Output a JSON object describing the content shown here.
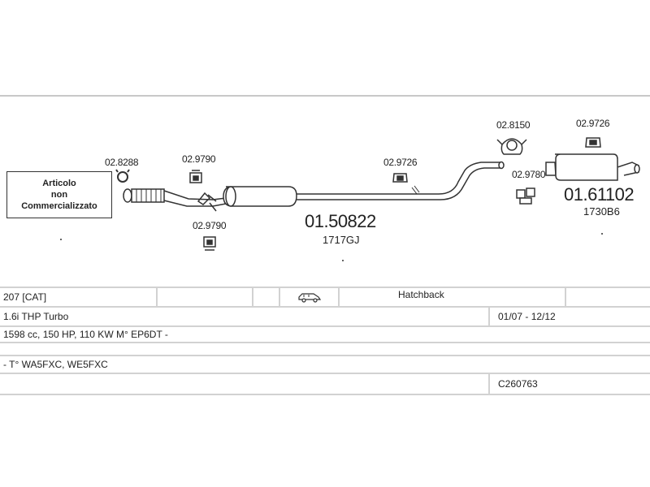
{
  "diagram": {
    "not_sold_box": [
      "Articolo",
      "non",
      "Commercializzato"
    ],
    "parts": {
      "clamp_front": "02.8288",
      "hanger_upper": "02.9790",
      "hanger_lower": "02.9790",
      "hanger_mid": "02.9726",
      "gasket_rear": "02.8150",
      "hanger_rear_top": "02.9726",
      "hanger_rear_small": "02.9780"
    },
    "middle_silencer": {
      "code": "01.50822",
      "ref": "1717GJ"
    },
    "rear_silencer": {
      "code": "01.61102",
      "ref": "1730B6"
    }
  },
  "table": {
    "model": "207  [CAT]",
    "body_icon": "car-icon",
    "body_type": "Hatchback",
    "engine": "1.6i THP Turbo",
    "years": "01/07 - 12/12",
    "specs": "1598 cc, 150 HP, 110 KW M° EP6DT -",
    "type_codes": "- T° WA5FXC, WE5FXC",
    "catalog_code": "C260763"
  }
}
